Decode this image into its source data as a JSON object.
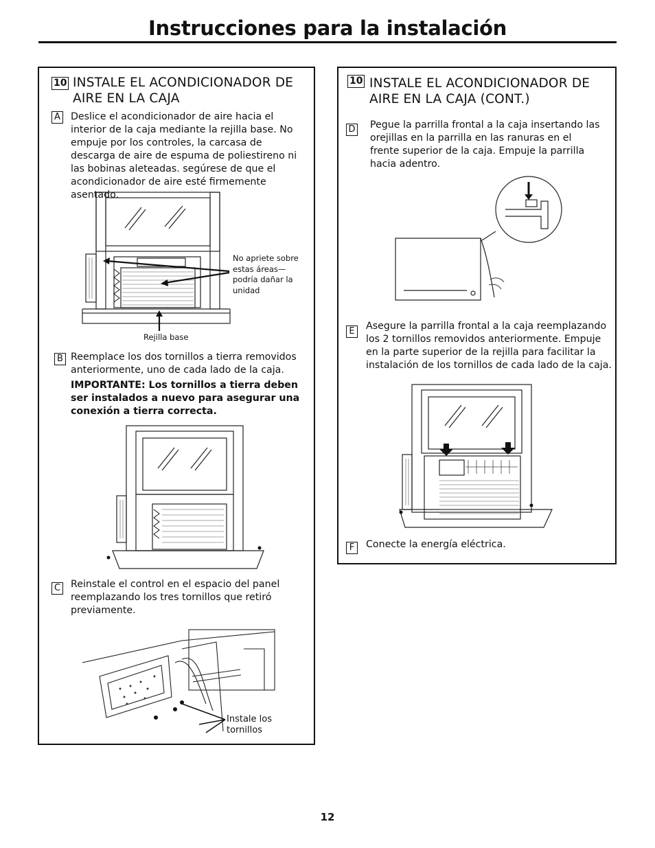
{
  "page_title": "Instrucciones para la instalación",
  "page_number": "12",
  "left": {
    "step_number": "10",
    "heading_line1": "INSTALE EL ACONDICIONADOR DE",
    "heading_line2": "AIRE EN LA CAJA",
    "a_letter": "A",
    "a_text": "Deslice el acondicionador de aire hacia el interior de la caja mediante la rejilla base. No empuje por los controles, la carcasa de descarga de aire de espuma de poliestireno ni las bobinas aleteadas. segúrese de que el acondicionador de aire esté firmemente asentado.",
    "callout_warning": "No apriete sobre estas áreas—podría dañar la unidad",
    "callout_base": "Rejilla base",
    "b_letter": "B",
    "b_text": "Reemplace los dos tornillos a tierra removidos anteriormente, uno de cada lado de la caja.",
    "b_important": "IMPORTANTE: Los tornillos a tierra deben ser instalados a nuevo para asegurar una conexión a tierra correcta.",
    "c_letter": "C",
    "c_text": "Reinstale el control en el espacio del panel reemplazando los tres tornillos que retiró previamente.",
    "callout_screws": "Instale los tornillos"
  },
  "right": {
    "step_number": "10",
    "heading_line1": "INSTALE EL ACONDICIONADOR DE",
    "heading_line2": "AIRE EN LA CAJA (CONT.)",
    "d_letter": "D",
    "d_text": "Pegue la parrilla frontal a la caja insertando las orejillas en la parrilla en las ranuras en el frente superior de la caja. Empuje la parrilla hacia adentro.",
    "e_letter": "E",
    "e_text": "Asegure la parrilla frontal a la caja reemplazando los 2 tornillos removidos anteriormente. Empuje en la parte superior de la rejilla para facilitar la instalación de los tornillos de cada lado de la caja.",
    "f_letter": "F",
    "f_text": "Conecte la energía eléctrica."
  }
}
